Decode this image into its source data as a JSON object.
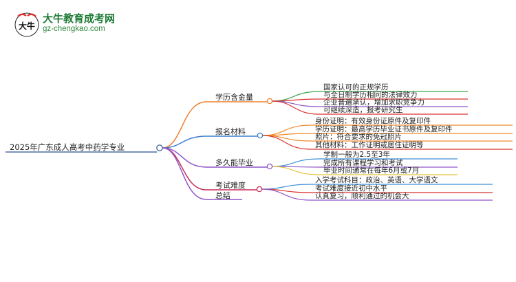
{
  "brand": {
    "title": "大牛教育成考网",
    "url": "gz-chengkao.com",
    "logo_glyph": "大牛"
  },
  "colors": {
    "root_line": "#4a6fa5",
    "branch_1": "#f07f2a",
    "branch_2": "#3f7fd0",
    "branch_3": "#8f55c9",
    "branch_4": "#c72e5a",
    "branch_5": "#8f55c9",
    "leaf_green": "#3aa64a",
    "leaf_red": "#d9302c",
    "leaf_orange": "#f08a2a",
    "leaf_yellow": "#e8c23a",
    "leaf_blue": "#3f8fd8",
    "leaf_purple": "#8f55c9"
  },
  "mindmap": {
    "root": "2025年广东成人高考中药学专业",
    "branches": [
      {
        "label": "学历含金量",
        "children": [
          "国家认可的正规学历",
          "与全日制学历相同的法律效力",
          "企业普遍承认，增加求职竞争力",
          "可继续深造，报考研究生"
        ]
      },
      {
        "label": "报名材料",
        "children": [
          "身份证明：有效身份证原件及复印件",
          "学历证明：最高学历毕业证书原件及复印件",
          "照片：符合要求的免冠照片",
          "其他材料：工作证明或居住证明等"
        ]
      },
      {
        "label": "多久能毕业",
        "children": [
          "学制一般为2.5至3年",
          "完成所有课程学习和考试",
          "毕业时间通常在每年6月或7月"
        ]
      },
      {
        "label": "考试难度",
        "children": [
          "入学考试科目：政治、英语、大学语文",
          "考试难度接近初中水平",
          "认真复习，顺利通过的机会大"
        ]
      },
      {
        "label": "总结",
        "children": []
      }
    ]
  }
}
